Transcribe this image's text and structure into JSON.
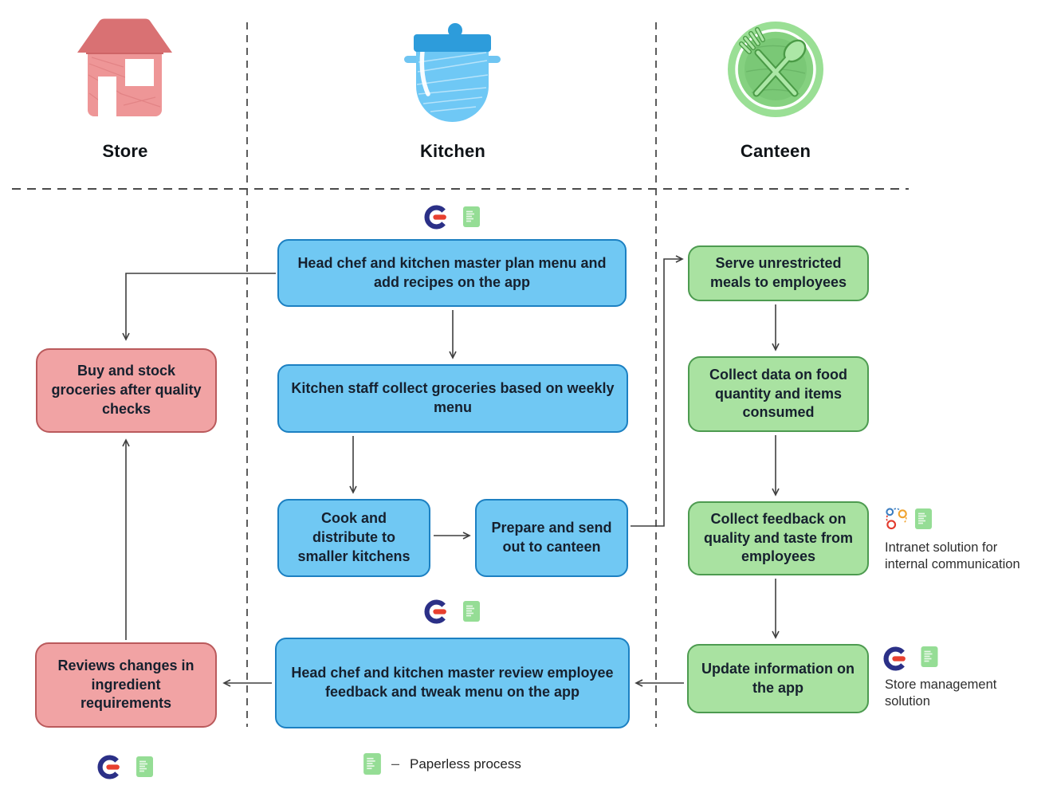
{
  "lanes": [
    {
      "label": "Store"
    },
    {
      "label": "Kitchen"
    },
    {
      "label": "Canteen"
    }
  ],
  "steps": {
    "plan_menu": "Head chef and kitchen master plan menu and add recipes on the app",
    "collect_groceries": "Kitchen staff collect groceries based on weekly menu",
    "cook_distribute": "Cook and distribute to smaller kitchens",
    "prepare_send": "Prepare and send out to canteen",
    "review_feedback": "Head chef and kitchen master review employee feedback and tweak menu on the app",
    "buy_stock": "Buy and stock groceries after quality checks",
    "reviews_changes": "Reviews changes in ingredient requirements",
    "serve_meals": "Serve unrestricted meals to employees",
    "collect_data": "Collect data on food quantity and items consumed",
    "collect_feedback": "Collect feedback on quality and taste from employees",
    "update_info": "Update information on the app"
  },
  "annotations": {
    "intranet": "Intranet solution for internal communication",
    "store_management": "Store management solution"
  },
  "legend": {
    "dash": "–",
    "label": "Paperless process"
  },
  "icons": {
    "store": "house-icon",
    "kitchen": "cooking-pot-icon",
    "canteen": "plate-fork-spoon-icon",
    "app_logo": "g-ring-logo-icon",
    "paperless": "green-document-icon",
    "intranet": "connect-circles-icon"
  },
  "colors": {
    "blue_fill": "#70C8F3",
    "blue_border": "#1C80C2",
    "red_fill": "#F1A3A4",
    "red_border": "#BA5A5C",
    "green_fill": "#A9E2A1",
    "green_border": "#4D9B50",
    "logo_navy": "#2B3087",
    "logo_red": "#E8402F",
    "doc_green": "#95DD95",
    "connector": "#3F3F3F"
  }
}
